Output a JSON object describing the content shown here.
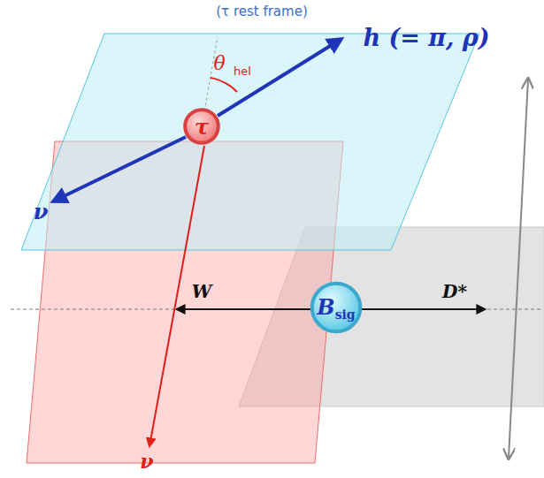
{
  "diagram": {
    "nodes": [
      {
        "text": [
          "τ"
        ]
      },
      {
        "text": [
          "B",
          "sig"
        ]
      }
    ],
    "labels": [
      "(τ rest frame)",
      "h (= π, ρ)",
      "θ",
      "hel",
      "ν",
      "W",
      "D*",
      "ν"
    ]
  }
}
